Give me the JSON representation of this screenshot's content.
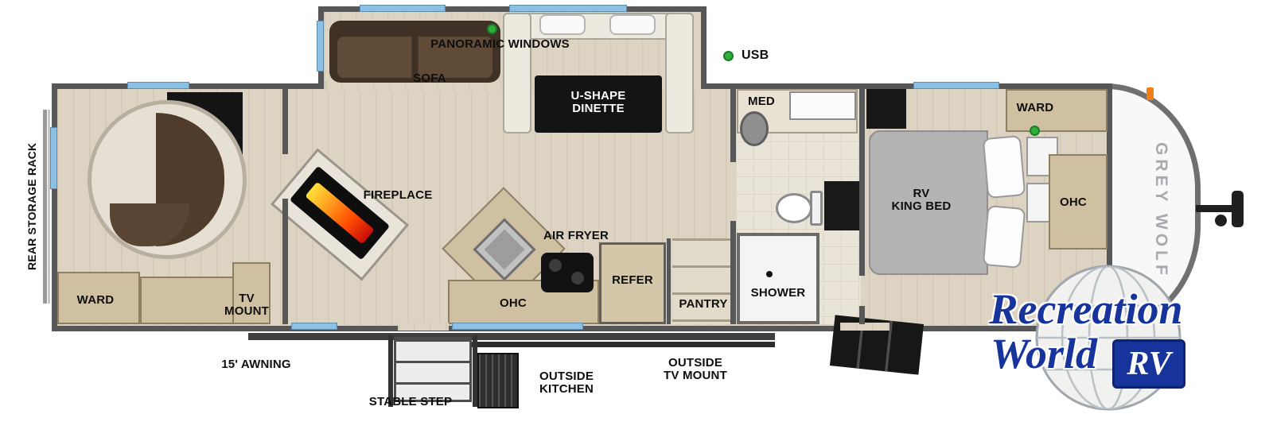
{
  "plan": {
    "brand": "GREY WOLF",
    "labels": {
      "rear_storage_rack": "REAR STORAGE RACK",
      "panoramic_windows": "PANORAMIC WINDOWS",
      "sofa": "SOFA",
      "dinette": "U-SHAPE\nDINETTE",
      "usb": "USB",
      "med": "MED",
      "ward_bedroom": "WARD",
      "king_bed": "RV\nKING BED",
      "ohc_bedroom": "OHC",
      "fireplace": "FIREPLACE",
      "air_fryer": "AIR FRYER",
      "ohc_kitchen": "OHC",
      "refer": "REFER",
      "pantry": "PANTRY",
      "shower": "SHOWER",
      "tv_mount": "TV\nMOUNT",
      "ward_rear": "WARD",
      "awning": "15' AWNING",
      "stable_step": "STABLE STEP",
      "outside_kitchen": "OUTSIDE\nKITCHEN",
      "outside_tv_mount": "OUTSIDE\nTV MOUNT"
    }
  },
  "logo": {
    "word1": "Recreation",
    "word2": "World",
    "badge": "RV"
  },
  "colors": {
    "wall": "#575757",
    "floor": "#ddd3c2",
    "window_blue": "#8cc0e4",
    "marker_green": "#2fae3c",
    "logo_blue": "#16349c",
    "flame_orange": "#ff7700"
  }
}
